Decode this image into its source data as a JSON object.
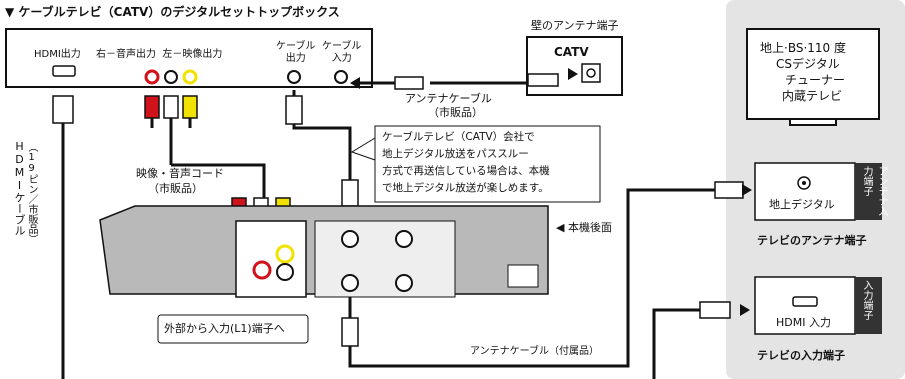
{
  "header": {
    "title": "▼ ケーブルテレビ（CATV）のデジタルセットトップボックス"
  },
  "stb": {
    "hdmi_out": "HDMI出力",
    "audio_video_out": "右－音声出力  左－映像出力",
    "cable_out": "ケーブル\n出力",
    "cable_in": "ケーブル\n入力"
  },
  "wall": {
    "title": "壁のアンテナ端子",
    "label": "CATV"
  },
  "antenna_cable_retail": {
    "line1": "アンテナケーブル",
    "line2": "（市販品）"
  },
  "av_cord": {
    "line1": "映像・音声コード",
    "line2": "（市販品）"
  },
  "hdmi_cable": {
    "main": "HDMIケーブル",
    "sub": "（19ピン／市販品）"
  },
  "note": {
    "lines": [
      "ケーブルテレビ（CATV）会社で",
      "地上デジタル放送をパススルー",
      "方式で再送信している場合は、本機",
      "で地上デジタル放送が楽しめます。"
    ]
  },
  "rear_label": "◀ 本機後面",
  "external_input_label": "外部から入力(L1)端子へ",
  "antenna_cable_included": "アンテナケーブル（付属品）",
  "panel": {
    "tv_box": [
      "地上·BS·110 度",
      "CSデジタル",
      "チューナー",
      "内蔵テレビ"
    ],
    "antenna_terminal": {
      "tag": "アンテナ入力端子",
      "label": "地上デジタル",
      "caption": "テレビのアンテナ端子"
    },
    "input_terminal": {
      "tag": "入力端子",
      "label": "HDMI 入力",
      "caption": "テレビの入力端子"
    }
  },
  "colors": {
    "panel_bg": "#e4e4e4",
    "line": "#111111",
    "red": "#d0121b",
    "yellow": "#f2e200"
  }
}
